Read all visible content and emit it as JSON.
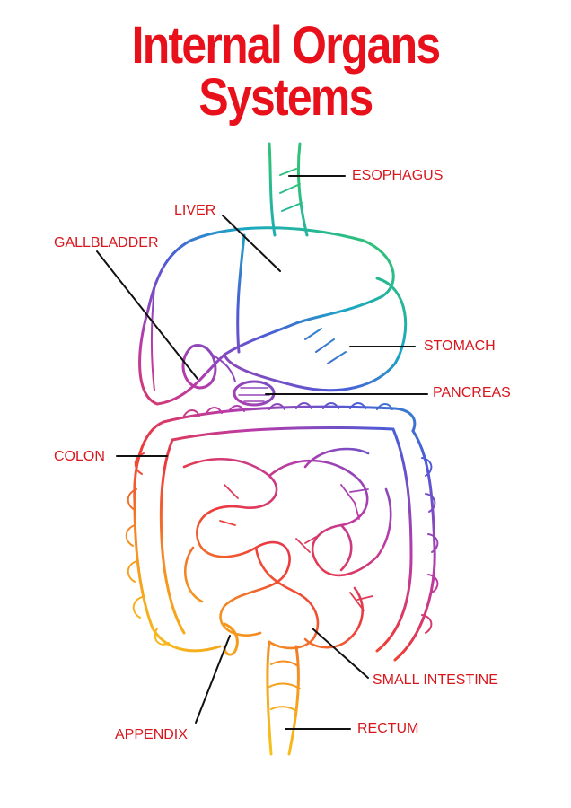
{
  "title": "Internal Organs Systems",
  "colors": {
    "title": "#e8101b",
    "label": "#d9161c",
    "leader": "#111111",
    "gradient": [
      "#f7d41a",
      "#f59a1e",
      "#ee3a3a",
      "#b93aa8",
      "#4d5bd6",
      "#1ba7c4",
      "#2fc07a"
    ]
  },
  "labels": {
    "esophagus": "ESOPHAGUS",
    "liver": "LIVER",
    "gallbladder": "GALLBLADDER",
    "stomach": "STOMACH",
    "pancreas": "PANCREAS",
    "colon": "COLON",
    "small_intestine": "SMALL INTESTINE",
    "appendix": "APPENDIX",
    "rectum": "RECTUM"
  }
}
